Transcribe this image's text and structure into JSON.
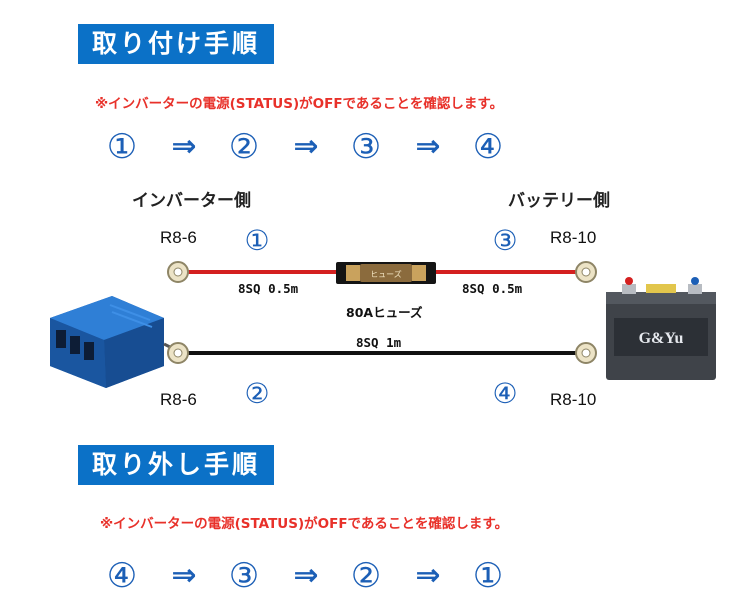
{
  "install": {
    "title": "取り付け手順",
    "warning": "※インバーターの電源(STATUS)がOFFであることを確認します。",
    "steps": [
      "①",
      "②",
      "③",
      "④"
    ],
    "arrow": "⇒"
  },
  "diagram": {
    "inverter_side": "インバーター側",
    "battery_side": "バッテリー側",
    "terminals": {
      "top_left": "R8-6",
      "top_right": "R8-10",
      "bottom_left": "R8-6",
      "bottom_right": "R8-10"
    },
    "markers": {
      "top_left": "①",
      "top_right": "③",
      "bottom_left": "②",
      "bottom_right": "④"
    },
    "cables": {
      "red_left": "8SQ 0.5m",
      "red_right": "8SQ 0.5m",
      "black": "8SQ 1m"
    },
    "fuse_label": "80Aヒューズ",
    "fuse_text": "ヒューズ",
    "battery_brand": "G&Yu",
    "colors": {
      "positive_cable": "#d42020",
      "negative_cable": "#111111",
      "accent": "#0b71c7",
      "warning": "#e8312a"
    }
  },
  "removal": {
    "title": "取り外し手順",
    "warning": "※インバーターの電源(STATUS)がOFFであることを確認します。",
    "steps": [
      "④",
      "③",
      "②",
      "①"
    ],
    "arrow": "⇒"
  }
}
